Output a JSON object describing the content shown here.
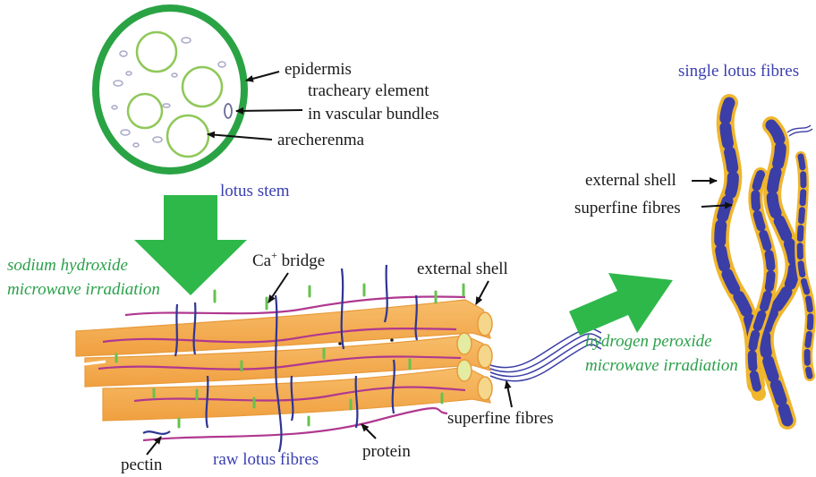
{
  "labels": {
    "epidermis": "epidermis",
    "tracheary_line1": "tracheary element",
    "tracheary_line2": "in vascular bundles",
    "arecherenma": "arecherenma",
    "lotus_stem": "lotus stem",
    "naoh_line1": "sodium hydroxide",
    "naoh_line2": "microwave irradiation",
    "ca_bridge": "Ca",
    "ca_bridge_sup": "+",
    "ca_bridge_rest": " bridge",
    "external_shell_raw": "external shell",
    "superfine_raw": "superfine fibres",
    "protein": "protein",
    "pectin": "pectin",
    "raw_lotus_fibres": "raw lotus fibres",
    "h2o2_line1": "hydrogen peroxide",
    "h2o2_line2": "microwave irradiation",
    "single_lotus_fibres": "single lotus fibres",
    "external_shell_single": "external shell",
    "superfine_single": "superfine fibres"
  },
  "colors": {
    "stem_ring": "#2aa344",
    "cell_outline": "#8fc85a",
    "green_arrow": "#2fb84a",
    "fibre_body": "#f3a84a",
    "fibre_edge": "#e89a3a",
    "pectin_line": "#b0388f",
    "protein_line": "#2f3592",
    "single_fibre_blue": "#3b3ea6",
    "single_fibre_yellow": "#f0b62c",
    "label_blue": "#3a3fb0",
    "label_green": "#2aa04a"
  }
}
